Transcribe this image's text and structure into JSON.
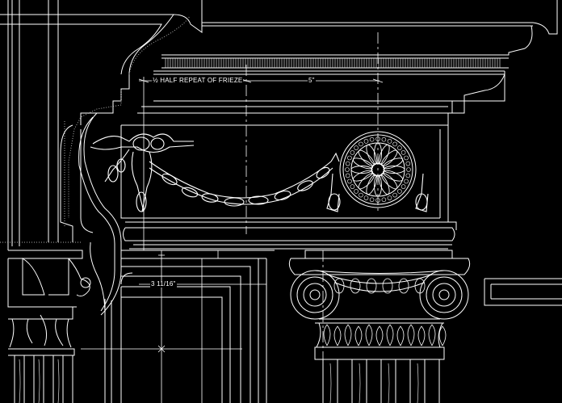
{
  "drawing": {
    "background_color": "#000000",
    "line_color": "#ffffff",
    "annotations": {
      "frieze_repeat_label": "½ HALF REPEAT OF FRIEZE",
      "frieze_width_label": "5\"",
      "opening_width_label": "3 11/16\""
    }
  }
}
